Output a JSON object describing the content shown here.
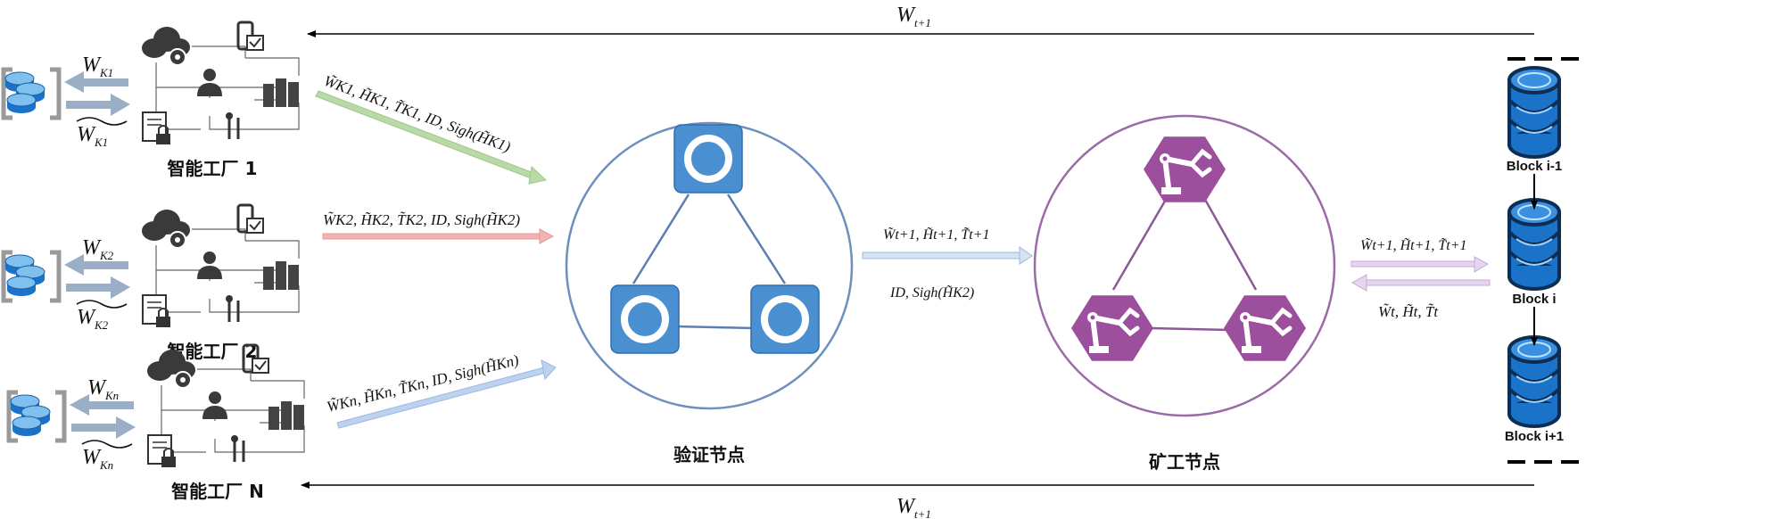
{
  "factories": [
    {
      "label": "智能工厂 1",
      "w_out": "W",
      "w_out_sub": "K1",
      "w_in": "W",
      "w_in_sub": "K1",
      "tx": "W̃K1, H̃K1, T̃K1, ID, Sigh(H̃K1)",
      "arrow_color": "#b9d9a6"
    },
    {
      "label": "智能工厂 2",
      "w_out": "W",
      "w_out_sub": "K2",
      "w_in": "W",
      "w_in_sub": "K2",
      "tx": "W̃K2, H̃K2, T̃K2, ID, Sigh(H̃K2)",
      "arrow_color": "#f2b3b3"
    },
    {
      "label": "智能工厂 N",
      "w_out": "W",
      "w_out_sub": "Kn",
      "w_in": "W",
      "w_in_sub": "Kn",
      "tx": "W̃Kn, H̃Kn, T̃Kn, ID, Sigh(H̃Kn)",
      "arrow_color": "#bcd2ee"
    }
  ],
  "validator": {
    "label": "验证节点",
    "color": "#4a8fd0",
    "ring_color": "#6e8fbf"
  },
  "miner": {
    "label": "矿工节点",
    "color": "#9c4f9c",
    "ring_color": "#9b6ba8"
  },
  "mid_tx_top": "W̃t+1, H̃t+1, T̃t+1",
  "mid_tx_bottom": "ID, Sigh(H̃K2)",
  "chain_tx_top": "W̃t+1, H̃t+1, T̃t+1",
  "chain_tx_bottom": "W̃t, H̃t, T̃t",
  "feedback_top": {
    "base": "W",
    "sub": "t+1"
  },
  "feedback_bottom": {
    "base": "W",
    "sub": "t+1"
  },
  "blocks": [
    {
      "label": "Block i-1"
    },
    {
      "label": "Block i"
    },
    {
      "label": "Block i+1"
    }
  ],
  "colors": {
    "db_blue": "#1a73c9",
    "db_dark": "#0c2d54",
    "arrow_gray": "#9aaec6"
  }
}
